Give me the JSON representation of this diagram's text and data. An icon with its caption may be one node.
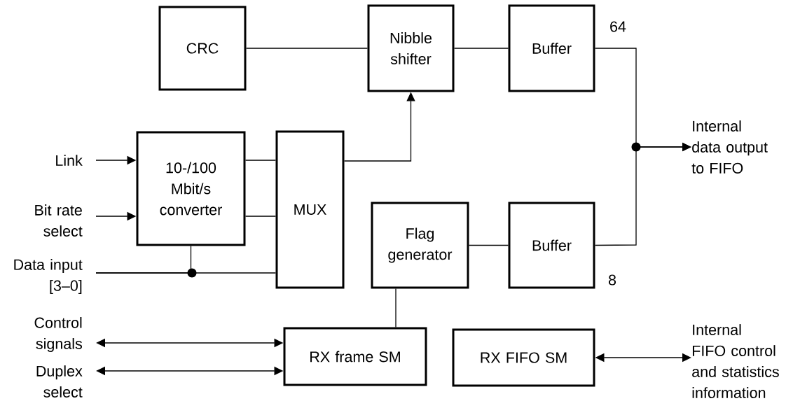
{
  "diagram": {
    "nodes": [
      {
        "text": [
          "CRC"
        ]
      },
      {
        "text": [
          "Nibble shifter"
        ]
      },
      {
        "text": [
          "Buffer"
        ]
      },
      {
        "text": [
          "10-/100 Mbit/s converter"
        ]
      },
      {
        "text": [
          "MUX"
        ]
      },
      {
        "text": [
          "Flag generator"
        ]
      },
      {
        "text": [
          "Buffer"
        ]
      },
      {
        "text": [
          "RX frame SM"
        ]
      },
      {
        "text": [
          "RX FIFO SM"
        ]
      },
      {
        "text": [
          "Link"
        ]
      },
      {
        "text": [
          "Bit rate select"
        ]
      },
      {
        "text": [
          "Data input [3–0]"
        ]
      },
      {
        "text": [
          "Control signals"
        ]
      },
      {
        "text": [
          "Duplex select"
        ]
      },
      {
        "text": [
          "Internal data output to FIFO"
        ]
      },
      {
        "text": [
          "Internal FIFO control and statistics information"
        ]
      }
    ],
    "edges": [
      {
        "from": 0,
        "to": 1,
        "arrow": "none"
      },
      {
        "from": 1,
        "to": 2,
        "arrow": "none"
      },
      {
        "from": 2,
        "to": 14,
        "arrow": "to"
      },
      {
        "from": 6,
        "to": 14,
        "arrow": "to"
      },
      {
        "from": 9,
        "to": 3,
        "arrow": "to"
      },
      {
        "from": 10,
        "to": 3,
        "arrow": "to"
      },
      {
        "from": 11,
        "to": 3,
        "arrow": "none"
      },
      {
        "from": 11,
        "to": 4,
        "arrow": "none"
      },
      {
        "from": 3,
        "to": 4,
        "arrow": "none"
      },
      {
        "from": 3,
        "to": 4,
        "arrow": "none"
      },
      {
        "from": 4,
        "to": 1,
        "arrow": "to"
      },
      {
        "from": 5,
        "to": 6,
        "arrow": "none"
      },
      {
        "from": 5,
        "to": 7,
        "arrow": "none"
      },
      {
        "from": 12,
        "to": 7,
        "arrow": "both"
      },
      {
        "from": 13,
        "to": 7,
        "arrow": "both"
      },
      {
        "from": 8,
        "to": 15,
        "arrow": "both"
      }
    ],
    "labels": [
      "64",
      "8"
    ]
  }
}
